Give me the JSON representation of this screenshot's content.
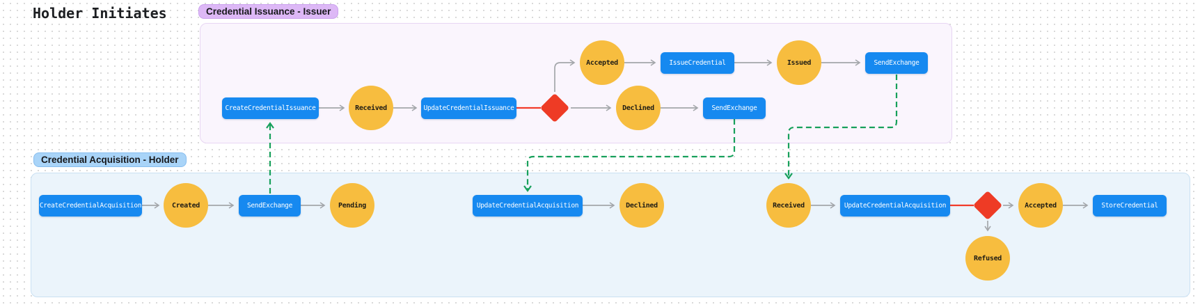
{
  "title": "Holder Initiates",
  "issuer": {
    "badge": "Credential Issuance - Issuer",
    "create_credential_issuance": "CreateCredentialIssuance",
    "received": "Received",
    "update_credential_issuance": "UpdateCredentialIssuance",
    "accepted": "Accepted",
    "issue_credential": "IssueCredential",
    "issued": "Issued",
    "send_exchange_accepted": "SendExchange",
    "declined": "Declined",
    "send_exchange_declined": "SendExchange"
  },
  "holder": {
    "badge": "Credential Acquisition - Holder",
    "create_credential_acquisition": "CreateCredentialAcquisition",
    "created": "Created",
    "send_exchange": "SendExchange",
    "pending": "Pending",
    "update_credential_acquisition_declined": "UpdateCredentialAcquisition",
    "declined": "Declined",
    "received": "Received",
    "update_credential_acquisition": "UpdateCredentialAcquisition",
    "accepted": "Accepted",
    "store_credential": "StoreCredential",
    "refused": "Refused"
  },
  "colors": {
    "action_blue": "#1689f0",
    "state_yellow": "#f7bd3f",
    "decision_red": "#ee3b25",
    "connector_gray": "#a3a6aa",
    "cross_lane_green": "#17a05b",
    "issuer_panel": "#faf5fd",
    "holder_panel": "#ebf4fb",
    "issuer_badge": "#ddb8f6",
    "holder_badge": "#a9d4f8"
  }
}
